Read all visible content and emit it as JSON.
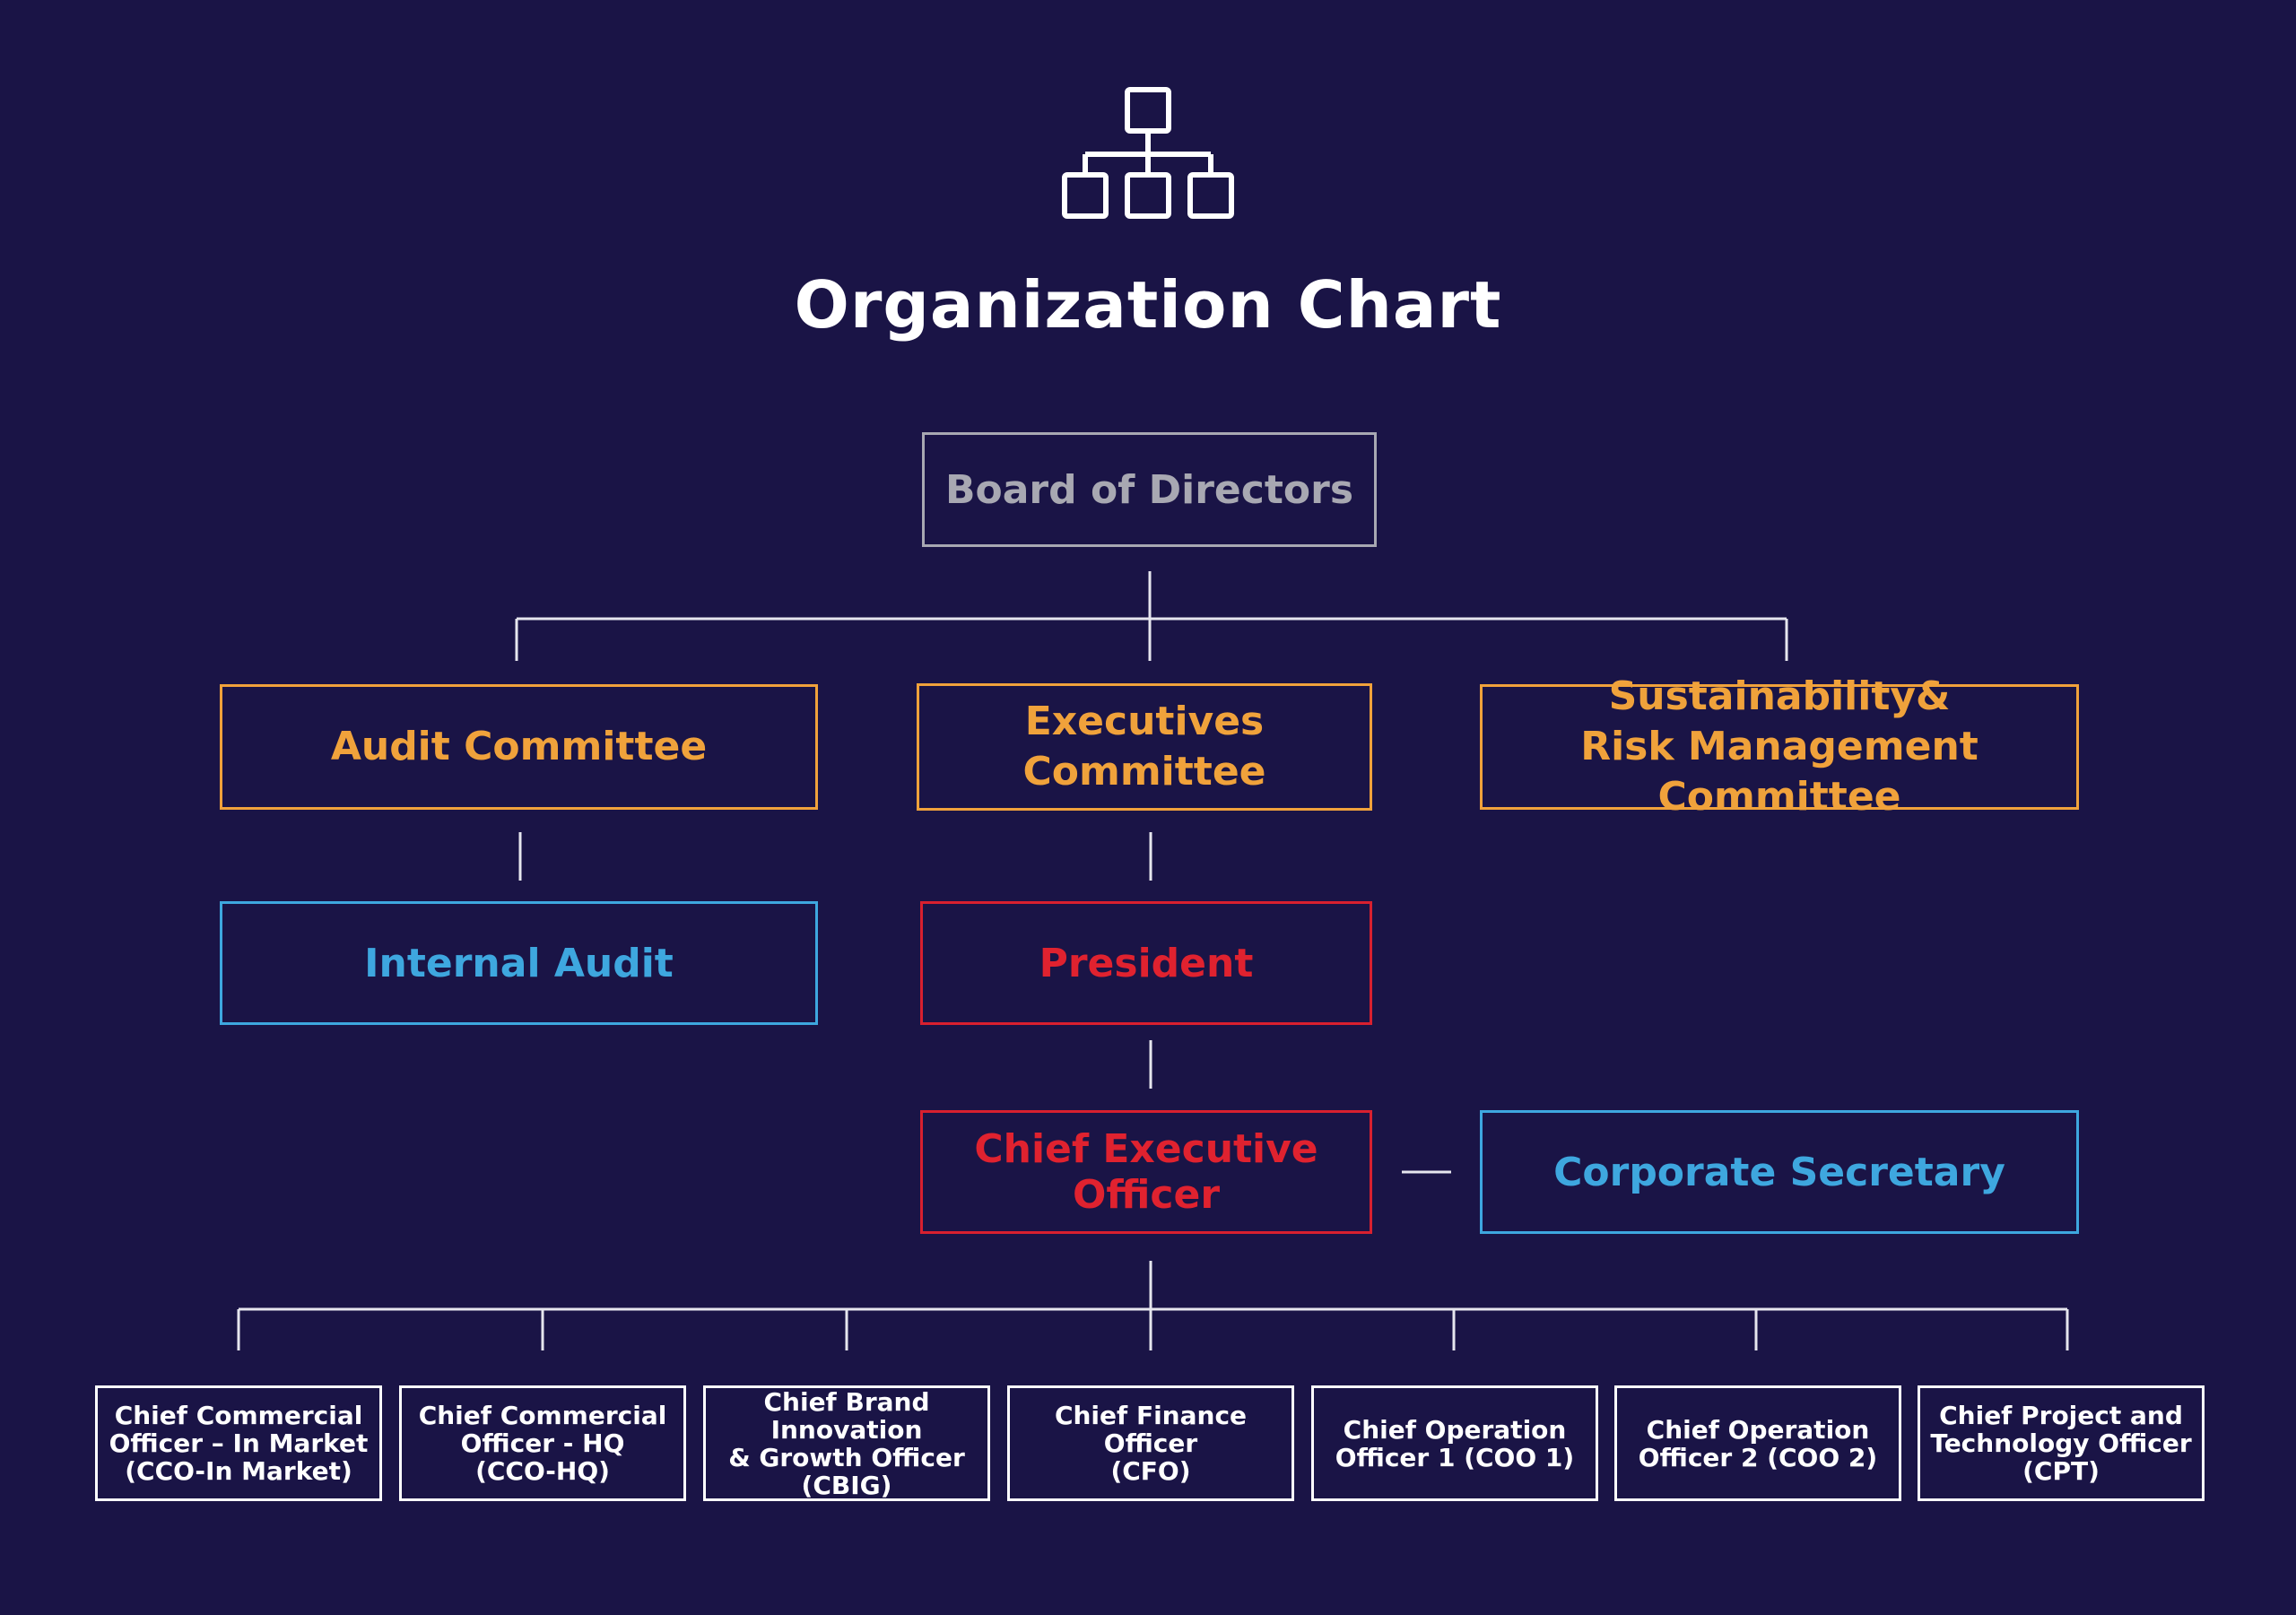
{
  "title": "Organization Chart",
  "header_icon": "org-chart-icon",
  "colors": {
    "background": "#1a1446",
    "board": "#a8a8b2",
    "committee": "#f0a23b",
    "blue_unit": "#3ea7df",
    "red_unit": "#e0222f",
    "officer": "#ffffff",
    "connector": "#e6e6ee"
  },
  "nodes": {
    "board": "Board of Directors",
    "audit_committee": "Audit Committee",
    "executives_committee": "Executives Committee",
    "sustainability_committee": "Sustainability&\nRisk Management Committee",
    "internal_audit": "Internal Audit",
    "president": "President",
    "ceo": "Chief Executive Officer",
    "corporate_secretary": "Corporate Secretary"
  },
  "officers": [
    "Chief Commercial\nOfficer – In Market\n(CCO-In Market)",
    "Chief Commercial\nOfficer - HQ\n(CCO-HQ)",
    "Chief Brand Innovation\n& Growth Officer\n(CBIG)",
    "Chief Finance Officer\n(CFO)",
    "Chief Operation\nOfficer 1 (COO 1)",
    "Chief Operation\nOfficer 2 (COO 2)",
    "Chief Project and\nTechnology Officer\n(CPT)"
  ]
}
